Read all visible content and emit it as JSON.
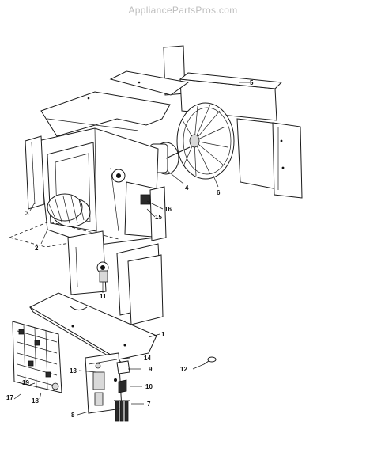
{
  "watermark": "AppliancePartsPros.com",
  "callouts": [
    {
      "id": "c1",
      "text": "1"
    },
    {
      "id": "c2",
      "text": "2"
    },
    {
      "id": "c3",
      "text": "3"
    },
    {
      "id": "c4",
      "text": "4"
    },
    {
      "id": "c5",
      "text": "5"
    },
    {
      "id": "c6",
      "text": "6"
    },
    {
      "id": "c7",
      "text": "7"
    },
    {
      "id": "c8",
      "text": "8"
    },
    {
      "id": "c9",
      "text": "9"
    },
    {
      "id": "c10",
      "text": "10"
    },
    {
      "id": "c11",
      "text": "11"
    },
    {
      "id": "c12",
      "text": "12"
    },
    {
      "id": "c13",
      "text": "13"
    },
    {
      "id": "c14",
      "text": "14"
    },
    {
      "id": "c15",
      "text": "15"
    },
    {
      "id": "c16",
      "text": "16"
    },
    {
      "id": "c17",
      "text": "17"
    },
    {
      "id": "c18",
      "text": "18"
    },
    {
      "id": "c19",
      "text": "19"
    }
  ]
}
